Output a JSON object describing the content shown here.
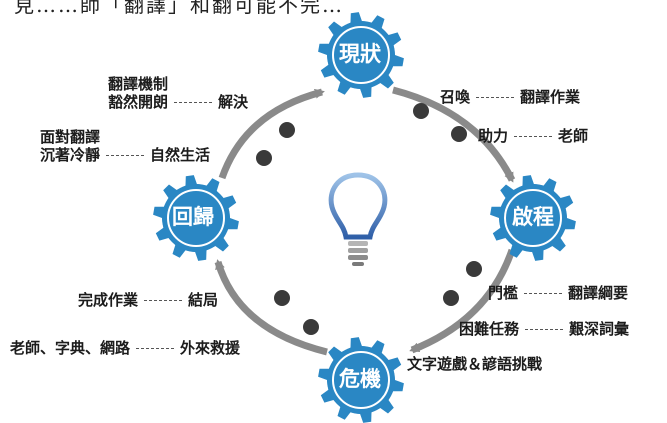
{
  "header_partial": "見……師「翻譯」和翻可能不完…",
  "stages": {
    "top": "現狀",
    "right": "啟程",
    "bottom": "危機",
    "left": "回歸"
  },
  "annotations": {
    "top_right_1": {
      "left": "召喚",
      "right": "翻譯作業"
    },
    "top_right_2": {
      "left": "助力",
      "right": "老師"
    },
    "bottom_right_1": {
      "left": "門檻",
      "right": "翻譯綱要"
    },
    "bottom_right_2": {
      "left": "困難任務",
      "right": "艱深詞彙"
    },
    "bottom_right_3": "文字遊戲＆諺語挑戰",
    "bottom_left_1": {
      "left": "完成作業",
      "right": "結局"
    },
    "bottom_left_2": {
      "left": "老師、字典、網路",
      "right": "外來救援"
    },
    "top_left_1": {
      "left_line1": "翻譯機制",
      "left_line2": "豁然開朗",
      "right": "解決"
    },
    "top_left_2": {
      "left_line1": "面對翻譯",
      "left_line2": "沉著冷靜",
      "right": "自然生活"
    }
  },
  "colors": {
    "gear": "#2a87c4",
    "arrow": "#8a8a8a",
    "node": "#3a3a3a",
    "bulb": "#3a6db0",
    "text": "#1c1c1c"
  }
}
